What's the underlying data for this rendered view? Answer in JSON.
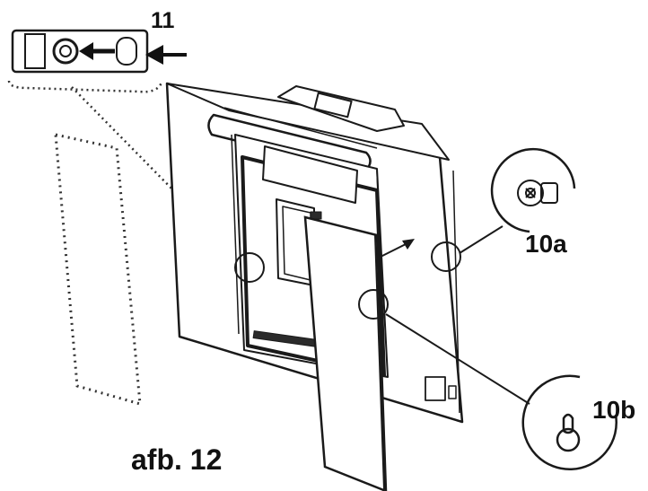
{
  "labels": {
    "step_11": "11",
    "callout_10a": "10a",
    "callout_10b": "10b",
    "figure_caption": "afb. 12"
  },
  "colors": {
    "line": "#1a1a1a",
    "panel_fill": "#ffffff",
    "dark_fill": "#2b2b2b",
    "dotted": "#333333"
  }
}
